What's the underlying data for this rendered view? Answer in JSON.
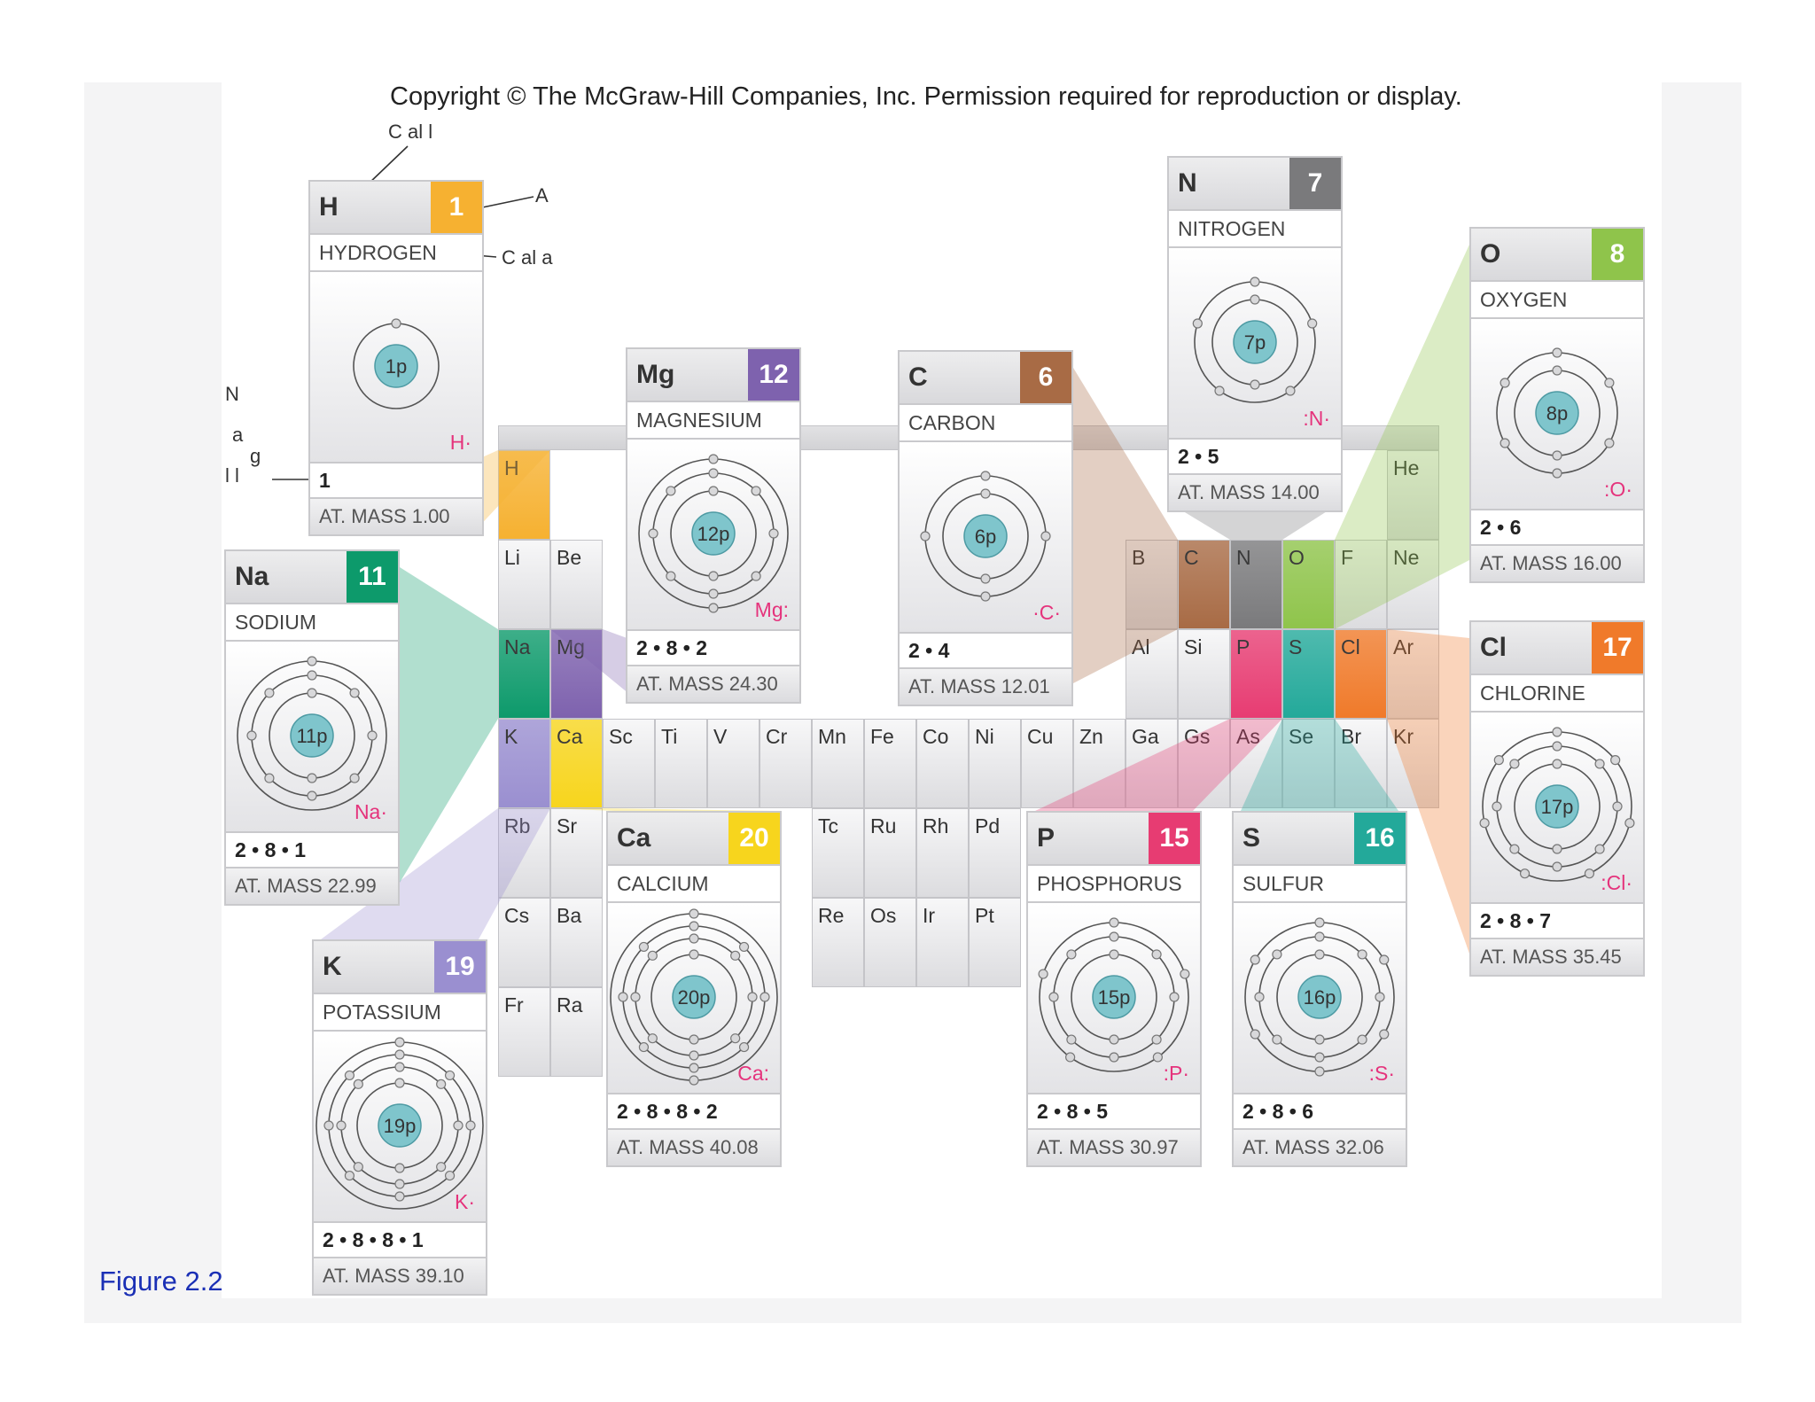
{
  "header": {
    "copyright": "Copyright © The McGraw-Hill Companies, Inc. Permission required for reproduction or display."
  },
  "figure_label": "Figure 2.2",
  "callouts": [
    {
      "id": "symbol",
      "text": "C  al  l"
    },
    {
      "id": "atomic-number",
      "text": "A"
    },
    {
      "id": "element-name",
      "text": "C  al a"
    },
    {
      "id": "left-1",
      "text": "N"
    },
    {
      "id": "left-2",
      "text": "a"
    },
    {
      "id": "left-3",
      "text": "g"
    },
    {
      "id": "left-4",
      "text": "l  l"
    }
  ],
  "table": {
    "cells": [
      {
        "s": "H",
        "c": 0,
        "r": 0,
        "color": "#f6b131"
      },
      {
        "s": "He",
        "c": 17,
        "r": 0
      },
      {
        "s": "Li",
        "c": 0,
        "r": 1
      },
      {
        "s": "Be",
        "c": 1,
        "r": 1
      },
      {
        "s": "B",
        "c": 12,
        "r": 1
      },
      {
        "s": "C",
        "c": 13,
        "r": 1,
        "color": "#a86b45"
      },
      {
        "s": "N",
        "c": 14,
        "r": 1,
        "color": "#7a7a7c"
      },
      {
        "s": "O",
        "c": 15,
        "r": 1,
        "color": "#8fc44b"
      },
      {
        "s": "F",
        "c": 16,
        "r": 1
      },
      {
        "s": "Ne",
        "c": 17,
        "r": 1
      },
      {
        "s": "Na",
        "c": 0,
        "r": 2,
        "color": "#0d9a6b"
      },
      {
        "s": "Mg",
        "c": 1,
        "r": 2,
        "color": "#7e62ae"
      },
      {
        "s": "Al",
        "c": 12,
        "r": 2
      },
      {
        "s": "Si",
        "c": 13,
        "r": 2
      },
      {
        "s": "P",
        "c": 14,
        "r": 2,
        "color": "#e73c72"
      },
      {
        "s": "S",
        "c": 15,
        "r": 2,
        "color": "#23a99a"
      },
      {
        "s": "Cl",
        "c": 16,
        "r": 2,
        "color": "#f07a2a"
      },
      {
        "s": "Ar",
        "c": 17,
        "r": 2
      },
      {
        "s": "K",
        "c": 0,
        "r": 3,
        "color": "#9a8fd0"
      },
      {
        "s": "Ca",
        "c": 1,
        "r": 3,
        "color": "#f7d51d"
      },
      {
        "s": "Sc",
        "c": 2,
        "r": 3
      },
      {
        "s": "Ti",
        "c": 3,
        "r": 3
      },
      {
        "s": "V",
        "c": 4,
        "r": 3
      },
      {
        "s": "Cr",
        "c": 5,
        "r": 3
      },
      {
        "s": "Mn",
        "c": 6,
        "r": 3
      },
      {
        "s": "Fe",
        "c": 7,
        "r": 3
      },
      {
        "s": "Co",
        "c": 8,
        "r": 3
      },
      {
        "s": "Ni",
        "c": 9,
        "r": 3
      },
      {
        "s": "Cu",
        "c": 10,
        "r": 3
      },
      {
        "s": "Zn",
        "c": 11,
        "r": 3
      },
      {
        "s": "Ga",
        "c": 12,
        "r": 3
      },
      {
        "s": "Gs",
        "c": 13,
        "r": 3
      },
      {
        "s": "As",
        "c": 14,
        "r": 3
      },
      {
        "s": "Se",
        "c": 15,
        "r": 3
      },
      {
        "s": "Br",
        "c": 16,
        "r": 3
      },
      {
        "s": "Kr",
        "c": 17,
        "r": 3
      },
      {
        "s": "Rb",
        "c": 0,
        "r": 4
      },
      {
        "s": "Sr",
        "c": 1,
        "r": 4
      },
      {
        "s": "Tc",
        "c": 6,
        "r": 4
      },
      {
        "s": "Ru",
        "c": 7,
        "r": 4
      },
      {
        "s": "Rh",
        "c": 8,
        "r": 4
      },
      {
        "s": "Pd",
        "c": 9,
        "r": 4
      },
      {
        "s": "Cs",
        "c": 0,
        "r": 5
      },
      {
        "s": "Ba",
        "c": 1,
        "r": 5
      },
      {
        "s": "Re",
        "c": 6,
        "r": 5
      },
      {
        "s": "Os",
        "c": 7,
        "r": 5
      },
      {
        "s": "Ir",
        "c": 8,
        "r": 5
      },
      {
        "s": "Pt",
        "c": 9,
        "r": 5
      },
      {
        "s": "Fr",
        "c": 0,
        "r": 6
      },
      {
        "s": "Ra",
        "c": 1,
        "r": 6
      }
    ]
  },
  "cards": [
    {
      "id": "hydrogen",
      "symbol": "H",
      "number": "1",
      "name": "HYDROGEN",
      "nucleus": "1p",
      "shells": [
        1
      ],
      "dot": "H·",
      "config": "1",
      "mass": "AT. MASS 1.00",
      "color": "#f6b131",
      "cell": "H"
    },
    {
      "id": "sodium",
      "symbol": "Na",
      "number": "11",
      "name": "SODIUM",
      "nucleus": "11p",
      "shells": [
        2,
        8,
        1
      ],
      "dot": "Na·",
      "config": "2 • 8 • 1",
      "mass": "AT. MASS 22.99",
      "color": "#0d9a6b",
      "cell": "Na"
    },
    {
      "id": "magnesium",
      "symbol": "Mg",
      "number": "12",
      "name": "MAGNESIUM",
      "nucleus": "12p",
      "shells": [
        2,
        8,
        2
      ],
      "dot": "Mg:",
      "config": "2 • 8 • 2",
      "mass": "AT. MASS 24.30",
      "color": "#7e62ae",
      "cell": "Mg"
    },
    {
      "id": "carbon",
      "symbol": "C",
      "number": "6",
      "name": "CARBON",
      "nucleus": "6p",
      "shells": [
        2,
        4
      ],
      "dot": "·C·",
      "config": "2 • 4",
      "mass": "AT. MASS 12.01",
      "color": "#a86b45",
      "cell": "C"
    },
    {
      "id": "nitrogen",
      "symbol": "N",
      "number": "7",
      "name": "NITROGEN",
      "nucleus": "7p",
      "shells": [
        2,
        5
      ],
      "dot": ":N·",
      "config": "2 • 5",
      "mass": "AT. MASS 14.00",
      "color": "#7a7a7c",
      "cell": "N"
    },
    {
      "id": "oxygen",
      "symbol": "O",
      "number": "8",
      "name": "OXYGEN",
      "nucleus": "8p",
      "shells": [
        2,
        6
      ],
      "dot": ":O·",
      "config": "2 • 6",
      "mass": "AT. MASS 16.00",
      "color": "#8fc44b",
      "cell": "O"
    },
    {
      "id": "chlorine",
      "symbol": "Cl",
      "number": "17",
      "name": "CHLORINE",
      "nucleus": "17p",
      "shells": [
        2,
        8,
        7
      ],
      "dot": ":Cl·",
      "config": "2 • 8 • 7",
      "mass": "AT. MASS 35.45",
      "color": "#f07a2a",
      "cell": "Cl"
    },
    {
      "id": "potassium",
      "symbol": "K",
      "number": "19",
      "name": "POTASSIUM",
      "nucleus": "19p",
      "shells": [
        2,
        8,
        8,
        1
      ],
      "dot": "K·",
      "config": "2 • 8 • 8 • 1",
      "mass": "AT. MASS 39.10",
      "color": "#9a8fd0",
      "cell": "K"
    },
    {
      "id": "calcium",
      "symbol": "Ca",
      "number": "20",
      "name": "CALCIUM",
      "nucleus": "20p",
      "shells": [
        2,
        8,
        8,
        2
      ],
      "dot": "Ca:",
      "config": "2 • 8 • 8 • 2",
      "mass": "AT. MASS 40.08",
      "color": "#f7d51d",
      "cell": "Ca"
    },
    {
      "id": "phosphorus",
      "symbol": "P",
      "number": "15",
      "name": "PHOSPHORUS",
      "nucleus": "15p",
      "shells": [
        2,
        8,
        5
      ],
      "dot": ":P·",
      "config": "2 • 8 • 5",
      "mass": "AT. MASS 30.97",
      "color": "#e73c72",
      "cell": "P"
    },
    {
      "id": "sulfur",
      "symbol": "S",
      "number": "16",
      "name": "SULFUR",
      "nucleus": "16p",
      "shells": [
        2,
        8,
        6
      ],
      "dot": ":S·",
      "config": "2 • 8 • 6",
      "mass": "AT. MASS 32.06",
      "color": "#23a99a",
      "cell": "S"
    }
  ]
}
